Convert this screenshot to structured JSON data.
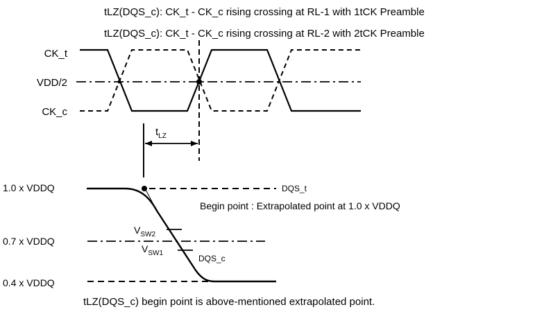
{
  "header": {
    "line1": "tLZ(DQS_c): CK_t - CK_c rising crossing at RL-1 with 1tCK Preamble",
    "line2": "tLZ(DQS_c): CK_t - CK_c rising crossing at RL-2 with 2tCK Preamble"
  },
  "clock_labels": {
    "ck_t": "CK_t",
    "vdd_half": "VDD/2",
    "ck_c": "CK_c"
  },
  "tlz_label": {
    "main": "t",
    "sub": "LZ"
  },
  "dqs_levels": {
    "high": "1.0 x VDDQ",
    "mid": "0.7 x VDDQ",
    "low": "0.4 x VDDQ"
  },
  "signal_labels": {
    "dqs_t": "DQS_t",
    "dqs_c": "DQS_c"
  },
  "vsw2": {
    "main": "V",
    "sub": "SW2"
  },
  "vsw1": {
    "main": "V",
    "sub": "SW1"
  },
  "begin_point_note": "Begin point : Extrapolated point at 1.0 x VDDQ",
  "footer_note": "tLZ(DQS_c) begin point is above-mentioned extrapolated point."
}
